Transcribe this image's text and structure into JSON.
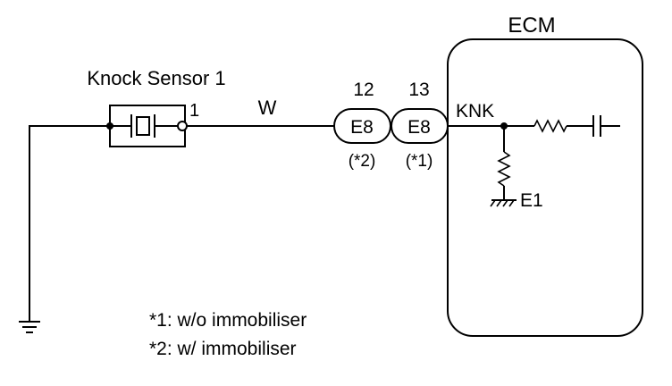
{
  "ecm": {
    "title": "ECM",
    "pin_label": "KNK",
    "ground_label": "E1"
  },
  "sensor": {
    "title": "Knock Sensor 1",
    "pin": "1",
    "wire_color": "W"
  },
  "connectors": [
    {
      "name": "E8",
      "pin": "12",
      "note": "(*2)"
    },
    {
      "name": "E8",
      "pin": "13",
      "note": "(*1)"
    }
  ],
  "notes": [
    "*1: w/o immobiliser",
    "*2: w/ immobiliser"
  ]
}
